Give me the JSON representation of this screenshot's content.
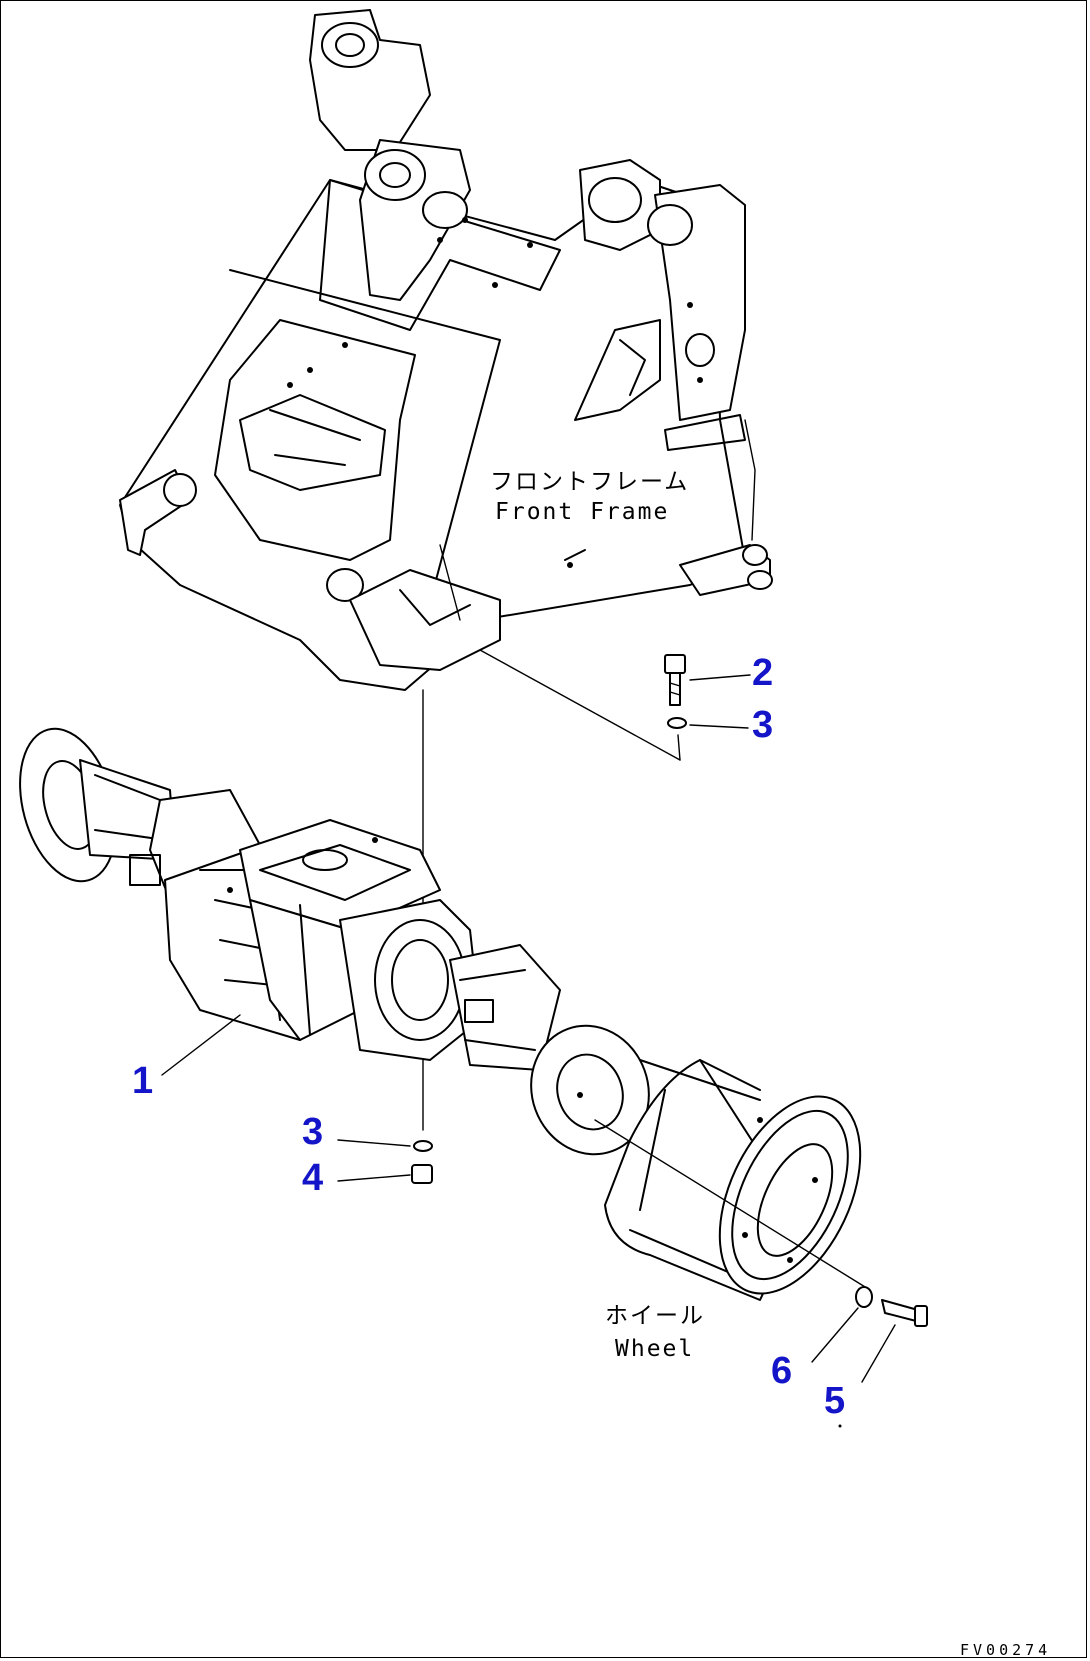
{
  "labels": {
    "front_frame_jp": "フロントフレーム",
    "front_frame_en": "Front Frame",
    "wheel_jp": "ホイール",
    "wheel_en": "Wheel"
  },
  "callouts": [
    "1",
    "2",
    "3",
    "3",
    "4",
    "5",
    "6"
  ],
  "drawing_code": "FV00274",
  "colors": {
    "callout": "#1414c8",
    "line": "#000000"
  }
}
